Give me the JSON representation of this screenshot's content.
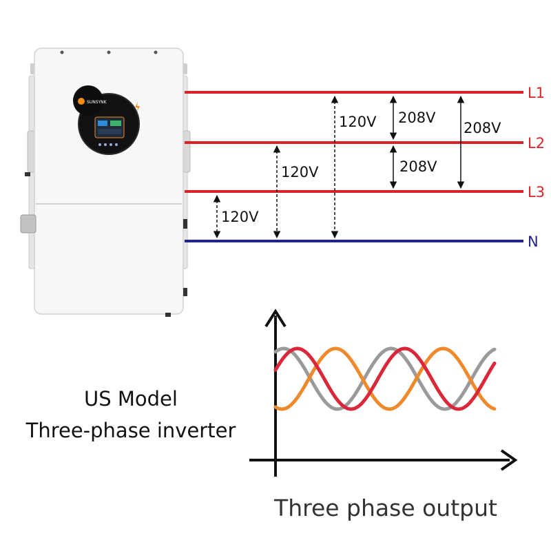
{
  "inverter": {
    "brand": "SUNSYNK"
  },
  "lines": [
    {
      "name": "L1",
      "color": "#d8232a"
    },
    {
      "name": "L2",
      "color": "#d8232a"
    },
    {
      "name": "L3",
      "color": "#d8232a"
    },
    {
      "name": "N",
      "color": "#23238c"
    }
  ],
  "voltages": {
    "l1_n": "120V",
    "l2_n": "120V",
    "l3_n": "120V",
    "l1_l2": "208V",
    "l2_l3": "208V",
    "l1_l3": "208V"
  },
  "model_caption": {
    "line1": "US Model",
    "line2": "Three-phase inverter"
  },
  "waveform": {
    "caption": "Three phase output",
    "colors": {
      "phase_red": "#d8283a",
      "phase_orange": "#ee8a2c",
      "phase_gray": "#9a9a9a"
    }
  }
}
